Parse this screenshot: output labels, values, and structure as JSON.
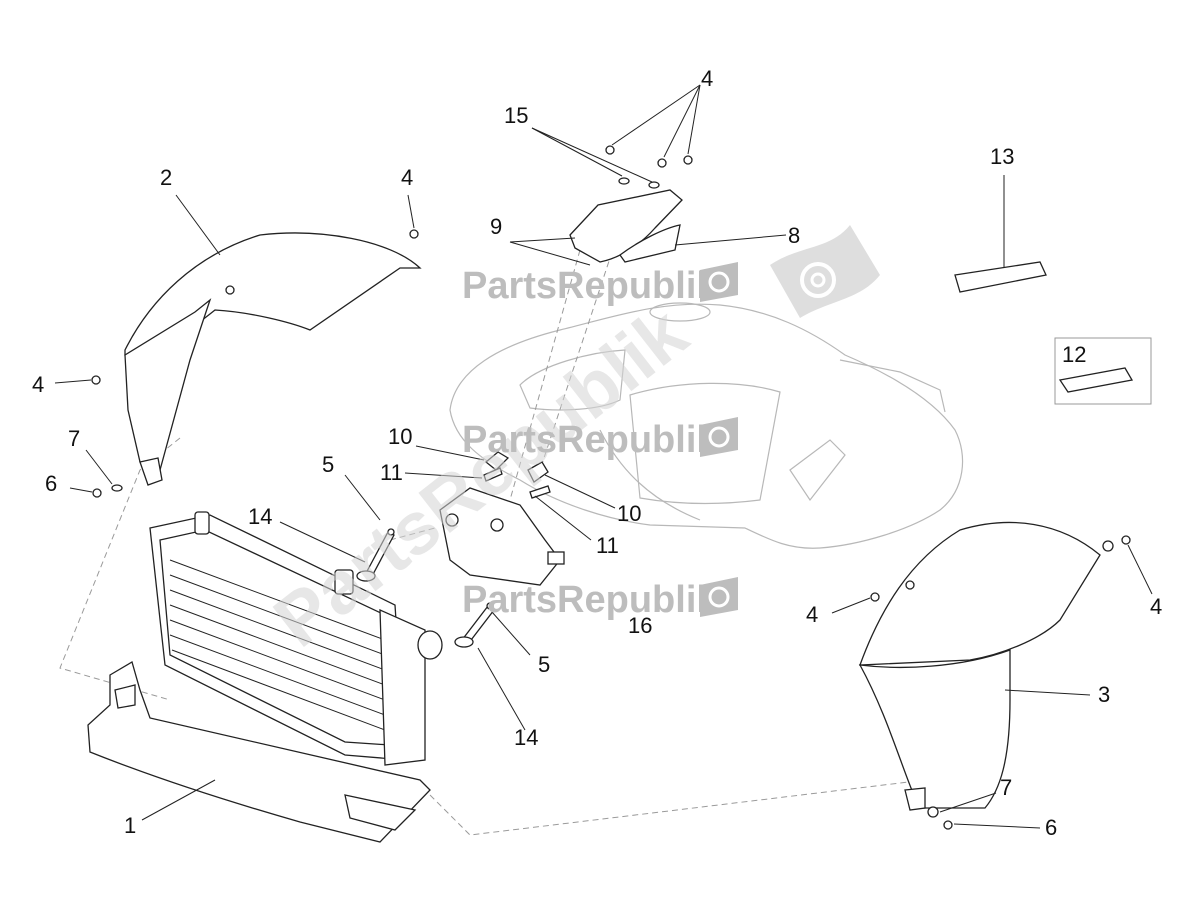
{
  "diagram": {
    "callouts": [
      {
        "id": "c1",
        "label": "1"
      },
      {
        "id": "c2",
        "label": "2"
      },
      {
        "id": "c3",
        "label": "3"
      },
      {
        "id": "c4a",
        "label": "4"
      },
      {
        "id": "c4b",
        "label": "4"
      },
      {
        "id": "c4c",
        "label": "4"
      },
      {
        "id": "c4d",
        "label": "4"
      },
      {
        "id": "c4e",
        "label": "4"
      },
      {
        "id": "c5a",
        "label": "5"
      },
      {
        "id": "c5b",
        "label": "5"
      },
      {
        "id": "c6a",
        "label": "6"
      },
      {
        "id": "c6b",
        "label": "6"
      },
      {
        "id": "c7a",
        "label": "7"
      },
      {
        "id": "c7b",
        "label": "7"
      },
      {
        "id": "c8",
        "label": "8"
      },
      {
        "id": "c9",
        "label": "9"
      },
      {
        "id": "c10a",
        "label": "10"
      },
      {
        "id": "c10b",
        "label": "10"
      },
      {
        "id": "c11a",
        "label": "11"
      },
      {
        "id": "c11b",
        "label": "11"
      },
      {
        "id": "c12",
        "label": "12"
      },
      {
        "id": "c13",
        "label": "13"
      },
      {
        "id": "c14a",
        "label": "14"
      },
      {
        "id": "c14b",
        "label": "14"
      },
      {
        "id": "c15",
        "label": "15"
      },
      {
        "id": "c16",
        "label": "16"
      }
    ],
    "watermark": {
      "text": "PartsRepublik",
      "diagonal_text": "PartsRepublik"
    },
    "colors": {
      "line": "#222222",
      "ghost_line": "#b8b8b8",
      "watermark": "#bdbdbd",
      "background": "#ffffff"
    },
    "icons": [
      "gear-icon",
      "flag-icon"
    ]
  }
}
